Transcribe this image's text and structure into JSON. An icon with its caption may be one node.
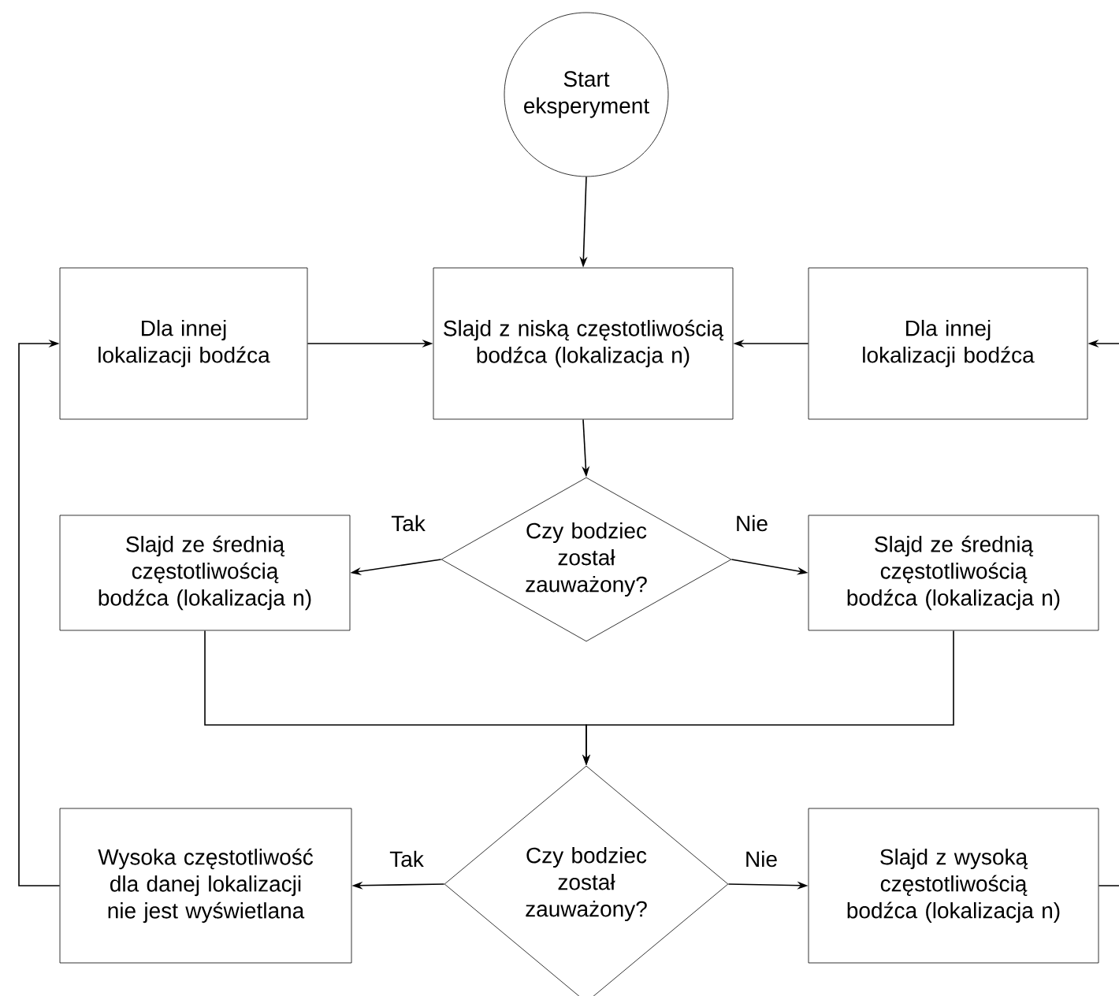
{
  "diagram": {
    "nodes": [
      {
        "text": [
          "Start eksperyment"
        ]
      },
      {
        "text": [
          "Dla innej lokalizacji bodźca"
        ]
      },
      {
        "text": [
          "Slajd z niską częstotliwością bodźca (lokalizacja n)"
        ]
      },
      {
        "text": [
          "Dla innej lokalizacji bodźca"
        ]
      },
      {
        "text": [
          "Czy bodziec został zauważony?"
        ]
      },
      {
        "text": [
          "Slajd ze średnią częstotliwością bodźca (lokalizacja n)"
        ]
      },
      {
        "text": [
          "Slajd ze średnią częstotliwością bodźca (lokalizacja n)"
        ]
      },
      {
        "text": [
          "Czy bodziec został zauważony?"
        ]
      },
      {
        "text": [
          "Wysoka częstotliwość dla danej lokalizacji nie jest wyświetlana"
        ]
      },
      {
        "text": [
          "Slajd z wysoką częstotliwością bodźca (lokalizacja n)"
        ]
      }
    ],
    "edges": [
      {
        "from": 0,
        "to": 2,
        "arrow": "to"
      },
      {
        "from": 1,
        "to": 2,
        "arrow": "to"
      },
      {
        "from": 3,
        "to": 2,
        "arrow": "to"
      },
      {
        "from": null,
        "to": 3,
        "arrow": "to"
      },
      {
        "from": 2,
        "to": 4,
        "arrow": "to"
      },
      {
        "from": 4,
        "to": 5,
        "arrow": "to",
        "label": "Tak"
      },
      {
        "from": 4,
        "to": 6,
        "arrow": "to",
        "label": "Nie"
      },
      {
        "from": 5,
        "to": 7,
        "arrow": "to"
      },
      {
        "from": 6,
        "to": 7,
        "arrow": "to"
      },
      {
        "from": 7,
        "to": 8,
        "arrow": "to",
        "label": "Tak"
      },
      {
        "from": 7,
        "to": 9,
        "arrow": "to",
        "label": "Nie"
      },
      {
        "from": 8,
        "to": 1,
        "arrow": "to"
      },
      {
        "from": 9,
        "to": null,
        "arrow": "none"
      }
    ]
  }
}
